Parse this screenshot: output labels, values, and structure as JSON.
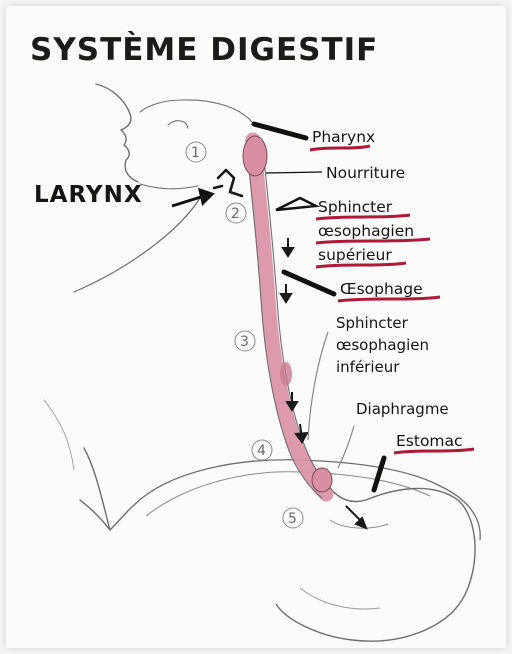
{
  "title": "SYSTÈME DIGESTIF",
  "labels": {
    "larynx": "LARYNX",
    "pharynx": "Pharynx",
    "nourriture": "Nourriture",
    "sphincter_sup": [
      "Sphincter",
      "œsophagien",
      "supérieur"
    ],
    "oesophage": "Œsophage",
    "sphincter_inf": [
      "Sphincter",
      "œsophagien",
      "inférieur"
    ],
    "diaphragme": "Diaphragme",
    "estomac": "Estomac"
  },
  "steps": [
    "1",
    "2",
    "3",
    "4",
    "5"
  ],
  "colors": {
    "ink": "#161616",
    "pink": "#d98fa3",
    "underline": "#b01838",
    "pencil": "#7d7d7d"
  }
}
